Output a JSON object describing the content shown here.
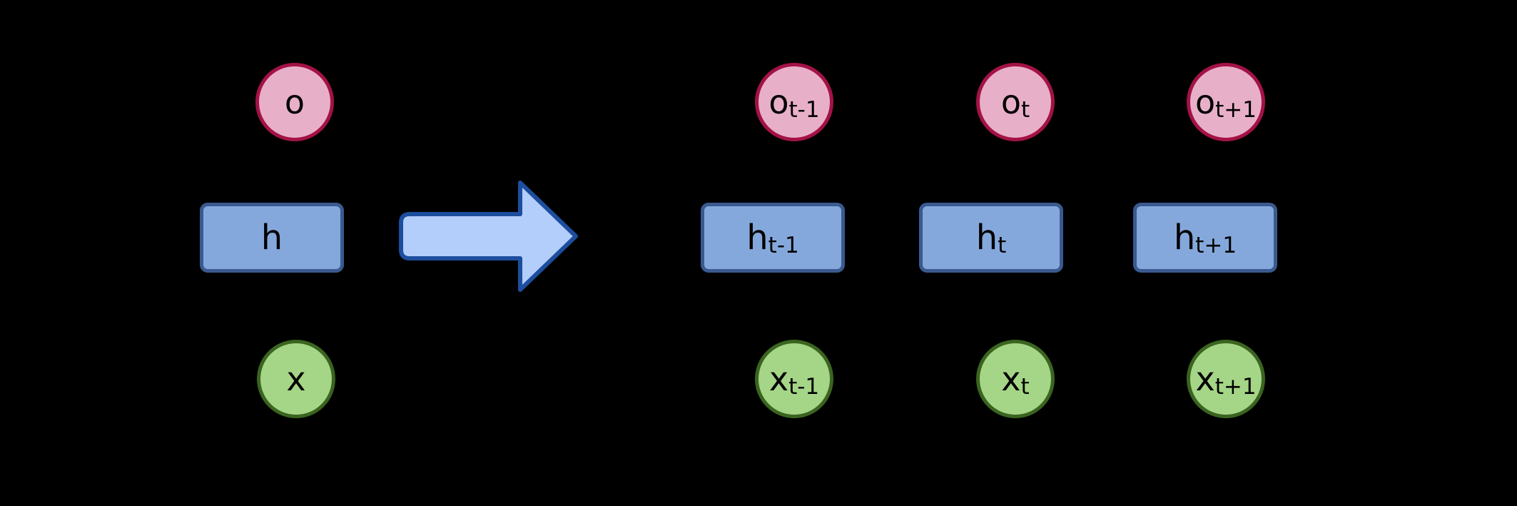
{
  "diagram": {
    "type": "rnn-unfold-diagram",
    "background": "#000000",
    "colors": {
      "output_fill": "#e8b0c8",
      "output_stroke": "#a31246",
      "hidden_fill": "#85a8dc",
      "hidden_stroke": "#3a5a8f",
      "input_fill": "#a5d687",
      "input_stroke": "#3a641f",
      "arrow_fill": "#b3cefb",
      "arrow_stroke": "#1d4e9e",
      "label_color": "#000000"
    },
    "folded": {
      "output": {
        "base": "o",
        "sub": ""
      },
      "hidden": {
        "base": "h",
        "sub": ""
      },
      "input": {
        "base": "x",
        "sub": ""
      }
    },
    "unfolded": [
      {
        "output": {
          "base": "o",
          "sub": "t-1"
        },
        "hidden": {
          "base": "h",
          "sub": "t-1"
        },
        "input": {
          "base": "x",
          "sub": "t-1"
        }
      },
      {
        "output": {
          "base": "o",
          "sub": "t"
        },
        "hidden": {
          "base": "h",
          "sub": "t"
        },
        "input": {
          "base": "x",
          "sub": "t"
        }
      },
      {
        "output": {
          "base": "o",
          "sub": "t+1"
        },
        "hidden": {
          "base": "h",
          "sub": "t+1"
        },
        "input": {
          "base": "x",
          "sub": "t+1"
        }
      }
    ]
  }
}
